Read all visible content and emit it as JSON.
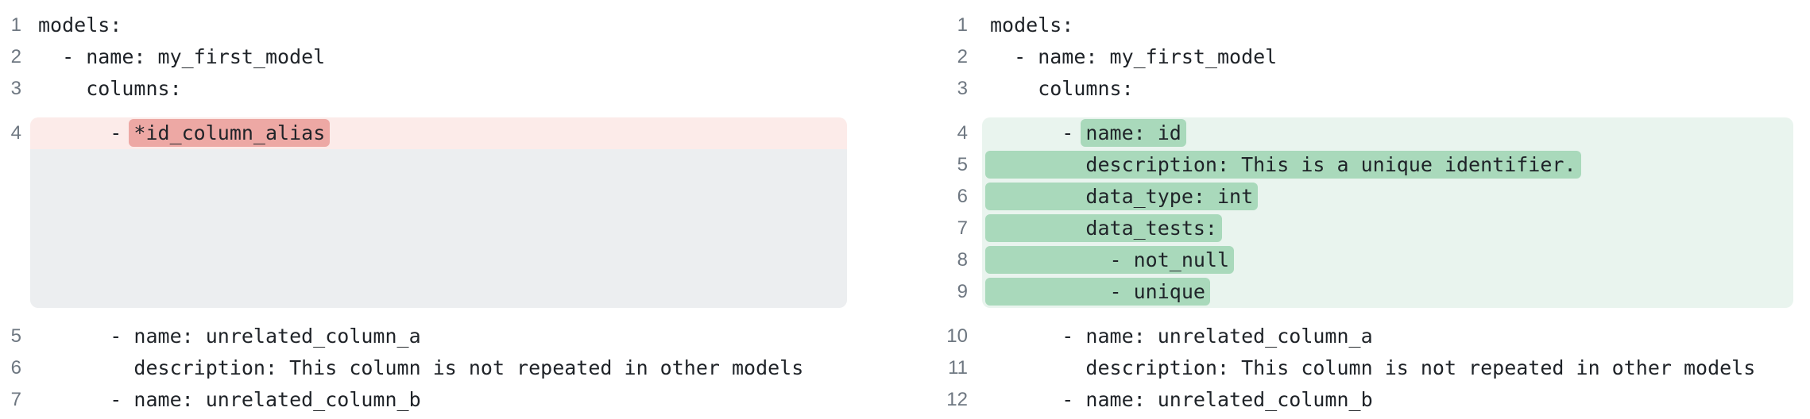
{
  "colors": {
    "removed_line_bg": "#fcebe9",
    "removed_token_bg": "#eda8a4",
    "added_line_bg": "#e9f4ee",
    "added_token_bg": "#a9d9bb",
    "collapsed_filler_bg": "#eceef0",
    "line_number_text": "#6e7781",
    "code_text": "#1f2328",
    "page_bg": "#ffffff"
  },
  "left": {
    "role": "before",
    "lines": {
      "l1": {
        "n": 1,
        "text": "models:"
      },
      "l2": {
        "n": 2,
        "text": "  - name: my_first_model"
      },
      "l3": {
        "n": 3,
        "text": "    columns:"
      },
      "l4": {
        "n": 4,
        "pre": "      - ",
        "mark": "*id_column_alias"
      },
      "l5": {
        "n": 5,
        "text": "      - name: unrelated_column_a"
      },
      "l6": {
        "n": 6,
        "text": "        description: This column is not repeated in other models"
      },
      "l7": {
        "n": 7,
        "text": "      - name: unrelated_column_b"
      }
    }
  },
  "right": {
    "role": "after",
    "lines": {
      "l1": {
        "n": 1,
        "text": "models:"
      },
      "l2": {
        "n": 2,
        "text": "  - name: my_first_model"
      },
      "l3": {
        "n": 3,
        "text": "    columns:"
      },
      "l4": {
        "n": 4,
        "pre": "      - ",
        "mark": "name: id"
      },
      "l5": {
        "n": 5,
        "mark": "        description: This is a unique identifier."
      },
      "l6": {
        "n": 6,
        "mark": "        data_type: int"
      },
      "l7": {
        "n": 7,
        "mark": "        data_tests:"
      },
      "l8": {
        "n": 8,
        "mark": "          - not_null"
      },
      "l9": {
        "n": 9,
        "mark": "          - unique"
      },
      "l10": {
        "n": 10,
        "text": "      - name: unrelated_column_a"
      },
      "l11": {
        "n": 11,
        "text": "        description: This column is not repeated in other models"
      },
      "l12": {
        "n": 12,
        "text": "      - name: unrelated_column_b"
      }
    }
  }
}
